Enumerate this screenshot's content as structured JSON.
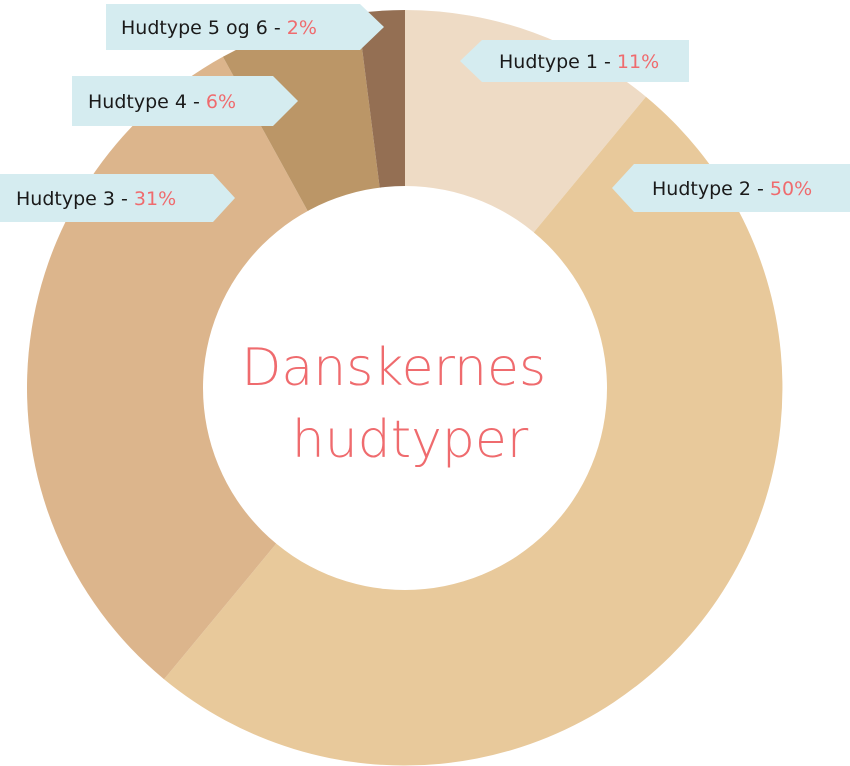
{
  "chart_data": {
    "type": "pie",
    "title_lines": [
      "Danskernes",
      "hudtyper"
    ],
    "slices": [
      {
        "label": "Hudtype 1",
        "value": 11,
        "value_text": "11%",
        "color": "#eedbc5"
      },
      {
        "label": "Hudtype 2",
        "value": 50,
        "value_text": "50%",
        "color": "#e8c99b"
      },
      {
        "label": "Hudtype 3",
        "value": 31,
        "value_text": "31%",
        "color": "#dcb58c"
      },
      {
        "label": "Hudtype 4",
        "value": 6,
        "value_text": "6%",
        "color": "#bb9667"
      },
      {
        "label": "Hudtype 5 og 6",
        "value": 2,
        "value_text": "2%",
        "color": "#946f53"
      }
    ],
    "label_separator": " - ",
    "label_box_color": "#d5ecf0",
    "percent_color": "#ef6b6e",
    "title_color": "#ef6b6e"
  }
}
